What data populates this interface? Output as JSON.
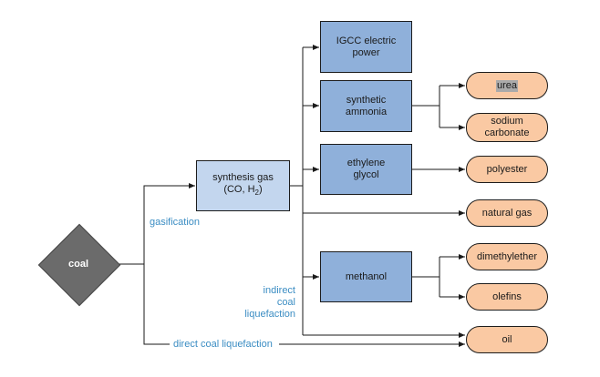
{
  "diagram": {
    "source": {
      "label": "coal"
    },
    "synthesis": {
      "line1": "synthesis gas",
      "line2_prefix": "(CO, H",
      "line2_sub": "2",
      "line2_suffix": ")"
    },
    "processes": {
      "igcc": "IGCC electric\npower",
      "ammonia": "synthetic\nammonia",
      "glycol": "ethylene\nglycol",
      "methanol": "methanol"
    },
    "products": {
      "urea": "urea",
      "sodium_carbonate": "sodium\ncarbonate",
      "polyester": "polyester",
      "natural_gas": "natural gas",
      "dimethylether": "dimethylether",
      "olefins": "olefins",
      "oil": "oil"
    },
    "route_labels": {
      "gasification": "gasification",
      "indirect": "indirect\ncoal\nliquefaction",
      "direct": "direct coal liquefaction"
    },
    "colors": {
      "process_fill": "#8fb0da",
      "syngas_fill": "#c3d6ee",
      "product_fill": "#fac9a3",
      "coal_fill": "#6b6b6b",
      "route_label": "#3b8dc3",
      "highlight": "#aaaaaa"
    }
  }
}
